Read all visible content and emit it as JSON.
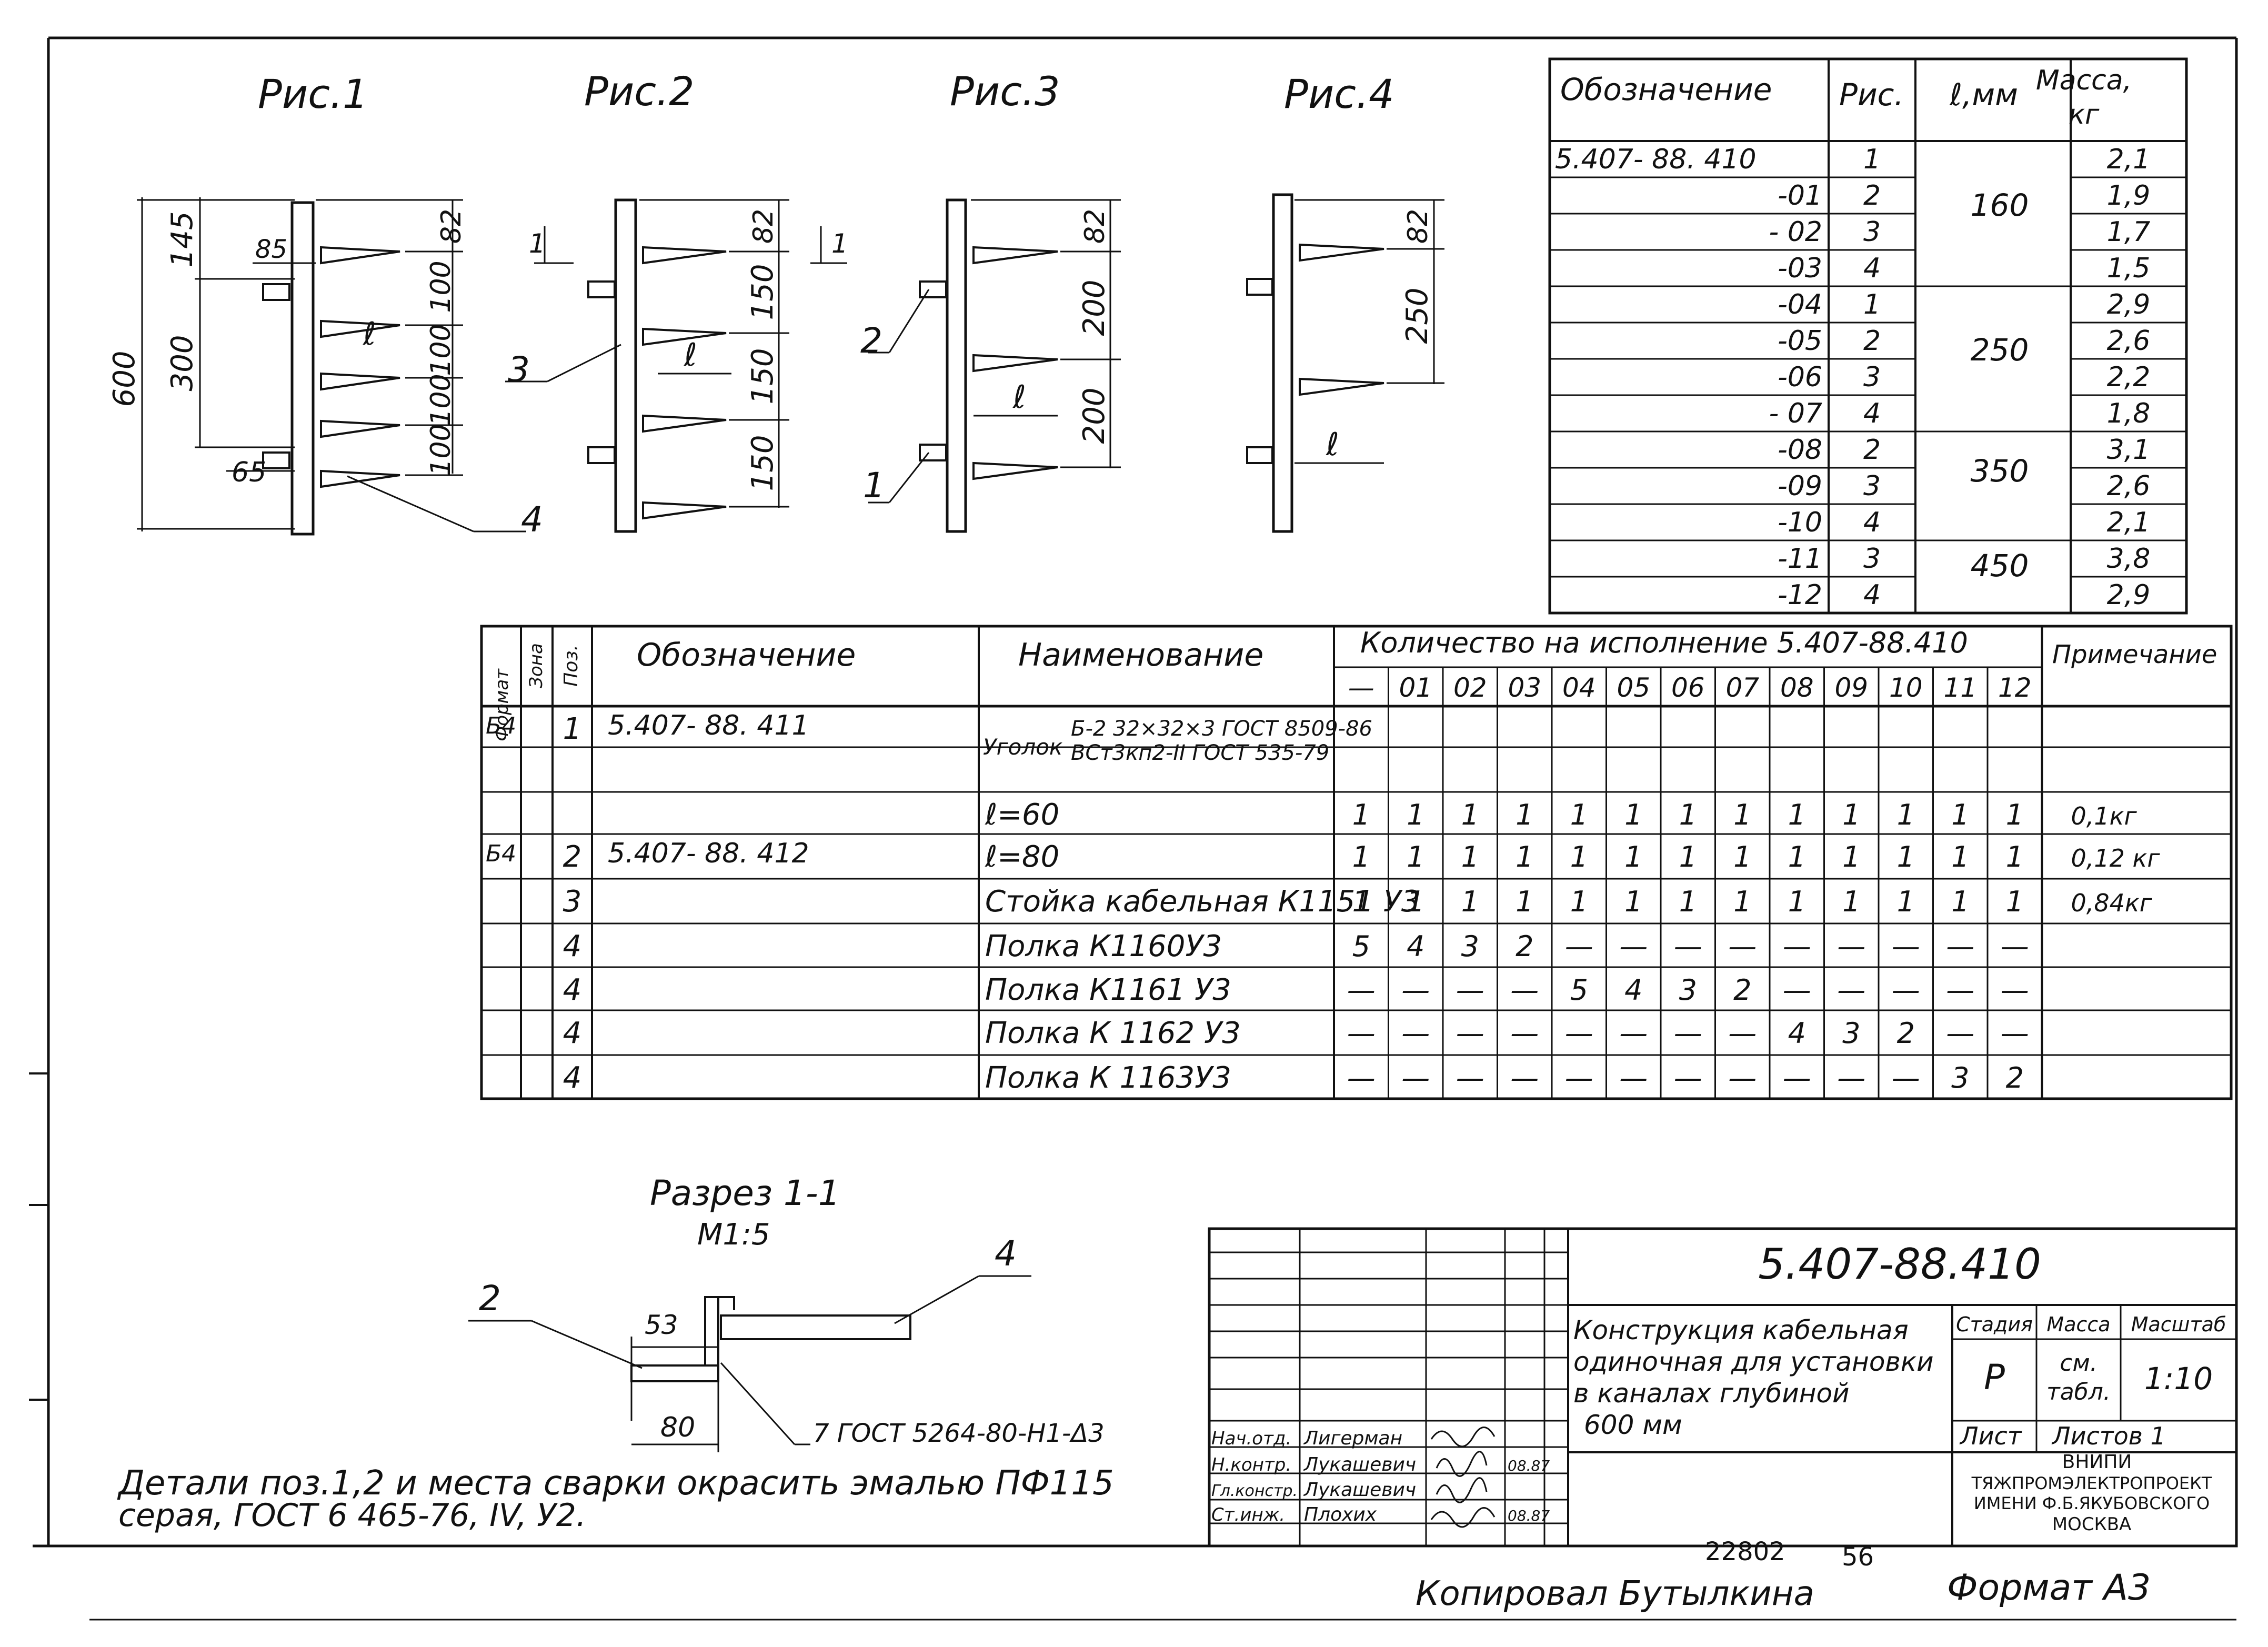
{
  "figures": {
    "fig1": {
      "title": "Рис.1",
      "dims": [
        "600",
        "145",
        "300",
        "85",
        "65",
        "82",
        "100",
        "100",
        "100",
        "100"
      ],
      "l": "ℓ",
      "callout": "4"
    },
    "fig2": {
      "title": "Рис.2",
      "dims": [
        "82",
        "150",
        "150",
        "150"
      ],
      "l": "ℓ",
      "callout": "3",
      "section_mark": "1"
    },
    "fig3": {
      "title": "Рис.3",
      "dims": [
        "82",
        "200",
        "200"
      ],
      "l": "ℓ",
      "callout_a": "2",
      "callout_b": "1"
    },
    "fig4": {
      "title": "Рис.4",
      "dims": [
        "82",
        "250"
      ],
      "l": "ℓ"
    }
  },
  "variants_table": {
    "headers": [
      "Обозначение",
      "Рис.",
      "ℓ,мм",
      "Масса, кг"
    ],
    "rows": [
      {
        "code": "5.407- 88. 410",
        "fig": "1",
        "mass": "2,1"
      },
      {
        "code": "-01",
        "fig": "2",
        "mass": "1,9"
      },
      {
        "code": "- 02",
        "fig": "3",
        "mass": "1,7"
      },
      {
        "code": "-03",
        "fig": "4",
        "mass": "1,5"
      },
      {
        "code": "-04",
        "fig": "1",
        "mass": "2,9"
      },
      {
        "code": "-05",
        "fig": "2",
        "mass": "2,6"
      },
      {
        "code": "-06",
        "fig": "3",
        "mass": "2,2"
      },
      {
        "code": "- 07",
        "fig": "4",
        "mass": "1,8"
      },
      {
        "code": "-08",
        "fig": "2",
        "mass": "3,1"
      },
      {
        "code": "-09",
        "fig": "3",
        "mass": "2,6"
      },
      {
        "code": "-10",
        "fig": "4",
        "mass": "2,1"
      },
      {
        "code": "-11",
        "fig": "3",
        "mass": "3,8"
      },
      {
        "code": "-12",
        "fig": "4",
        "mass": "2,9"
      }
    ],
    "lengths": [
      "160",
      "250",
      "350",
      "450"
    ]
  },
  "spec_table": {
    "h_format": "Формат",
    "h_zone": "Зона",
    "h_pos": "Поз.",
    "h_code": "Обозначение",
    "h_name": "Наименование",
    "h_qty": "Количество на исполнение  5.407-88.410",
    "h_note": "Примечание",
    "variants": [
      "—",
      "01",
      "02",
      "03",
      "04",
      "05",
      "06",
      "07",
      "08",
      "09",
      "10",
      "11",
      "12"
    ],
    "rows": [
      {
        "fmt": "Б4",
        "pos": "1",
        "code": "5.407- 88. 411",
        "name": "Уголок",
        "name2": "Б-2 32×32×3 ГОСТ 8509-86",
        "name3": "ВСт3кп2-II ГОСТ 535-79",
        "qty": [
          "",
          "",
          "",
          "",
          "",
          "",
          "",
          "",
          "",
          "",
          "",
          "",
          ""
        ],
        "note": ""
      },
      {
        "fmt": "",
        "pos": "",
        "code": "",
        "name": "ℓ=60",
        "qty": [
          "1",
          "1",
          "1",
          "1",
          "1",
          "1",
          "1",
          "1",
          "1",
          "1",
          "1",
          "1",
          "1"
        ],
        "note": "0,1кг"
      },
      {
        "fmt": "Б4",
        "pos": "2",
        "code": "5.407- 88. 412",
        "name": "ℓ=80",
        "qty": [
          "1",
          "1",
          "1",
          "1",
          "1",
          "1",
          "1",
          "1",
          "1",
          "1",
          "1",
          "1",
          "1"
        ],
        "note": "0,12 кг"
      },
      {
        "fmt": "",
        "pos": "3",
        "code": "",
        "name": "Стойка кабельная К1151 У3",
        "qty": [
          "1",
          "1",
          "1",
          "1",
          "1",
          "1",
          "1",
          "1",
          "1",
          "1",
          "1",
          "1",
          "1"
        ],
        "note": "0,84кг"
      },
      {
        "fmt": "",
        "pos": "4",
        "code": "",
        "name": "Полка К1160У3",
        "qty": [
          "5",
          "4",
          "3",
          "2",
          "—",
          "—",
          "—",
          "—",
          "—",
          "—",
          "—",
          "—",
          "—"
        ],
        "note": ""
      },
      {
        "fmt": "",
        "pos": "4",
        "code": "",
        "name": "Полка К1161 У3",
        "qty": [
          "—",
          "—",
          "—",
          "—",
          "5",
          "4",
          "3",
          "2",
          "—",
          "—",
          "—",
          "—",
          "—"
        ],
        "note": ""
      },
      {
        "fmt": "",
        "pos": "4",
        "code": "",
        "name": "Полка К 1162 У3",
        "qty": [
          "—",
          "—",
          "—",
          "—",
          "—",
          "—",
          "—",
          "—",
          "4",
          "3",
          "2",
          "—",
          "—"
        ],
        "note": ""
      },
      {
        "fmt": "",
        "pos": "4",
        "code": "",
        "name": "Полка К 1163У3",
        "qty": [
          "—",
          "—",
          "—",
          "—",
          "—",
          "—",
          "—",
          "—",
          "—",
          "—",
          "—",
          "3",
          "2"
        ],
        "note": ""
      }
    ]
  },
  "section": {
    "title": "Разрез 1-1",
    "scale": "М1:5",
    "label_2": "2",
    "label_4": "4",
    "dim_53": "53",
    "dim_80": "80",
    "weld": "7 ГОСТ 5264-80-Н1-Δ3"
  },
  "note": {
    "line1": "Детали поз.1,2 и места сварки окрасить эмалью ПФ115",
    "line2": "серая, ГОСТ 6 465-76, IV, У2."
  },
  "title_block": {
    "code": "5.407-88.410",
    "title1": "Конструкция кабельная",
    "title2": "одиночная для установки",
    "title3": "в каналах глубиной",
    "title4": "600 мм",
    "stage_h": "Стадия",
    "mass_h": "Масса",
    "scale_h": "Масштаб",
    "stage": "Р",
    "mass": "см. табл.",
    "scale": "1:10",
    "sheet": "Лист",
    "sheets": "Листов 1",
    "org1": "ВНИПИ",
    "org2": "ТЯЖПРОМЭЛЕКТРОПРОЕКТ",
    "org3": "ИМЕНИ Ф.Б.ЯКУБОВСКОГО",
    "org4": "МОСКВА",
    "roles": [
      "Нач.отд.",
      "Н.контр.",
      "Гл.констр.",
      "Ст.инж."
    ],
    "names": [
      "Лигерман",
      "Лукашевич",
      "Лукашевич",
      "Плохих"
    ],
    "dates": [
      "",
      "08.87",
      "",
      "08.87"
    ]
  },
  "footer": {
    "inv": "22802",
    "sheet_no": "56",
    "copied": "Копировал Бутылкина",
    "format": "Формат А3"
  }
}
